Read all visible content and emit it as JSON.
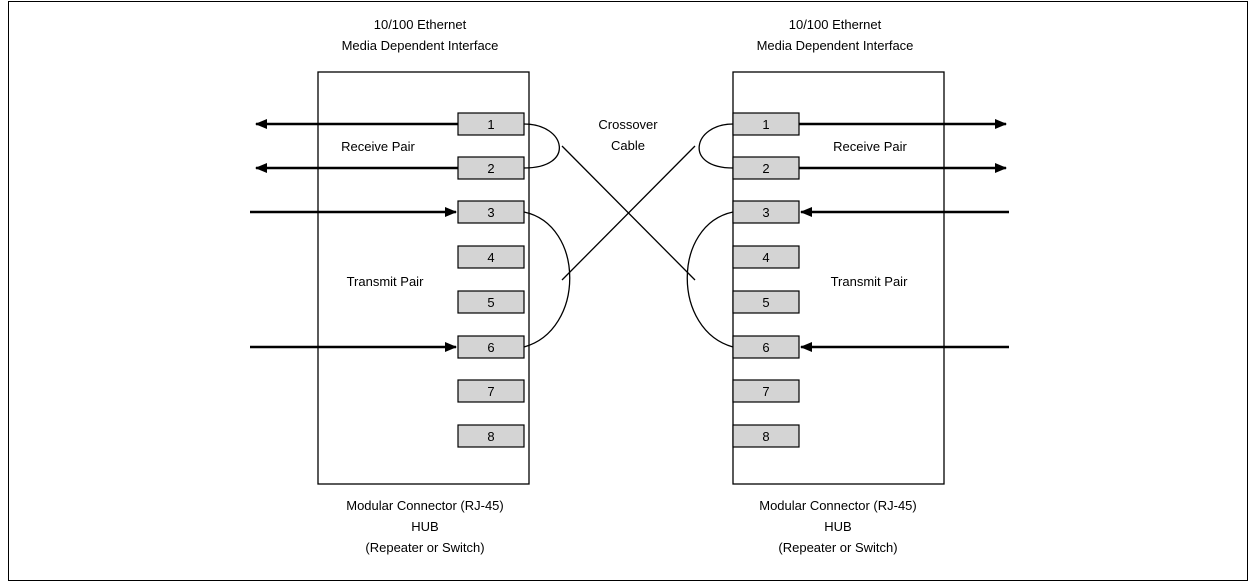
{
  "left_hub": {
    "header_line1": "10/100 Ethernet",
    "header_line2": "Media Dependent Interface",
    "pins": [
      "1",
      "2",
      "3",
      "4",
      "5",
      "6",
      "7",
      "8"
    ],
    "receive_pair_label": "Receive Pair",
    "transmit_pair_label": "Transmit Pair",
    "footer_line1": "Modular Connector (RJ-45)",
    "footer_line2": "HUB",
    "footer_line3": "(Repeater or Switch)"
  },
  "right_hub": {
    "header_line1": "10/100 Ethernet",
    "header_line2": "Media Dependent Interface",
    "pins": [
      "1",
      "2",
      "3",
      "4",
      "5",
      "6",
      "7",
      "8"
    ],
    "receive_pair_label": "Receive Pair",
    "transmit_pair_label": "Transmit Pair",
    "footer_line1": "Modular Connector (RJ-45)",
    "footer_line2": "HUB",
    "footer_line3": "(Repeater or Switch)"
  },
  "cable": {
    "label_line1": "Crossover",
    "label_line2": "Cable"
  }
}
